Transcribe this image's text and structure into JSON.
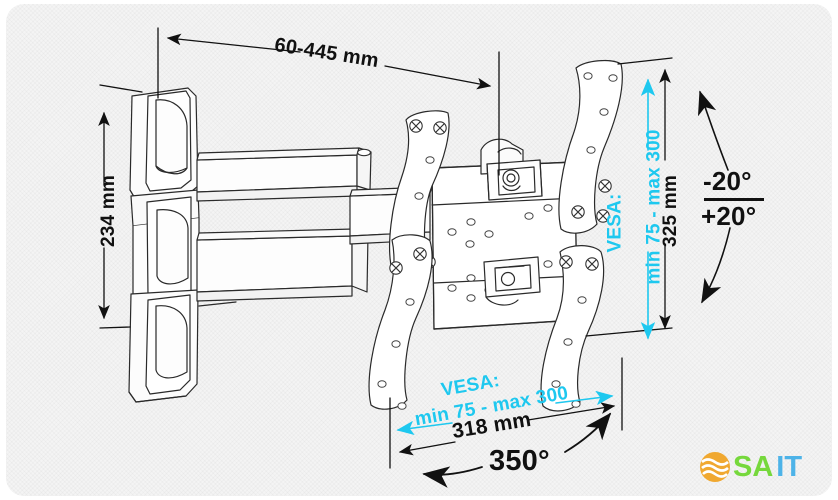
{
  "diagram": {
    "type": "technical-drawing",
    "subject": "articulating TV wall mount bracket",
    "background_color": "#f4f4f4",
    "line_color": "#222222",
    "accent_color": "#1ec8ef"
  },
  "dimensions": {
    "extension": {
      "label": "60-445 mm",
      "position": "top",
      "color": "#111111"
    },
    "height": {
      "label": "234 mm",
      "position": "left",
      "color": "#111111"
    },
    "plate_height": {
      "label": "325 mm",
      "position": "right",
      "color": "#111111"
    },
    "plate_width": {
      "label": "318 mm",
      "position": "bottom",
      "color": "#111111"
    }
  },
  "vesa": {
    "right": {
      "line1": "VESA:",
      "line2": "min 75 - max 300",
      "color": "#1ec8ef"
    },
    "bottom": {
      "line1": "VESA:",
      "line2": "min 75 - max 300",
      "color": "#1ec8ef"
    }
  },
  "angles": {
    "tilt_up": "-20°",
    "tilt_down": "+20°",
    "swivel": "350°"
  },
  "logo": {
    "mark_name": "sait-wave-mark",
    "mark_color": "#f0a830",
    "text_part1": "SA",
    "text_part1_color": "#76d83c",
    "text_part2": "IT",
    "text_part2_color": "#4db3e8"
  }
}
